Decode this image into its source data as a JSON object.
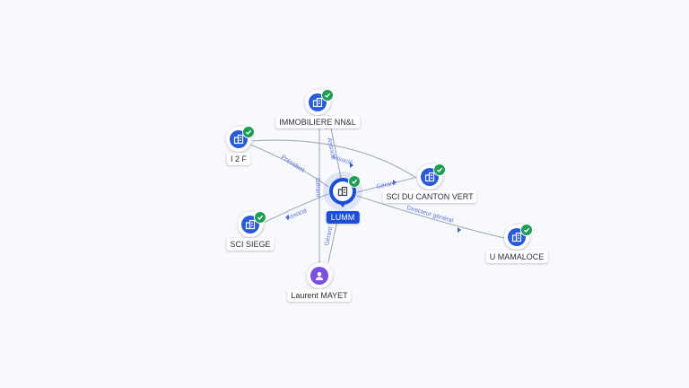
{
  "center": {
    "name": "LUMM",
    "icon": "building-icon",
    "verified": true
  },
  "nodes": [
    {
      "id": "immo",
      "name": "IMMOBILIERE NN&L",
      "kind": "company",
      "icon": "building-icon",
      "verified": true
    },
    {
      "id": "i2f",
      "name": "I 2 F",
      "kind": "company",
      "icon": "building-icon",
      "verified": true
    },
    {
      "id": "canton",
      "name": "SCI DU CANTON VERT",
      "kind": "company",
      "icon": "building-icon",
      "verified": true
    },
    {
      "id": "siege",
      "name": "SCI SIEGE",
      "kind": "company",
      "icon": "building-icon",
      "verified": true
    },
    {
      "id": "umama",
      "name": "U MAMALOCE",
      "kind": "company",
      "icon": "building-icon",
      "verified": true
    },
    {
      "id": "mayet",
      "name": "Laurent MAYET",
      "kind": "person",
      "icon": "person-icon",
      "verified": false
    }
  ],
  "edges": [
    {
      "id": "e1",
      "label": "Associé"
    },
    {
      "id": "e2",
      "label": "Président"
    },
    {
      "id": "e3",
      "label": "Associé"
    },
    {
      "id": "e4",
      "label": "Associé"
    },
    {
      "id": "e5",
      "label": "Gérant"
    },
    {
      "id": "e6",
      "label": "Directeur général"
    },
    {
      "id": "e7",
      "label": "Gérant"
    },
    {
      "id": "e8",
      "label": "Gérant"
    }
  ],
  "colors": {
    "company": "#2a5bd7",
    "person": "#7b4fe0",
    "verified": "#1f9d55",
    "edge": "#a4aab8",
    "edge_label": "#5b76d9"
  }
}
